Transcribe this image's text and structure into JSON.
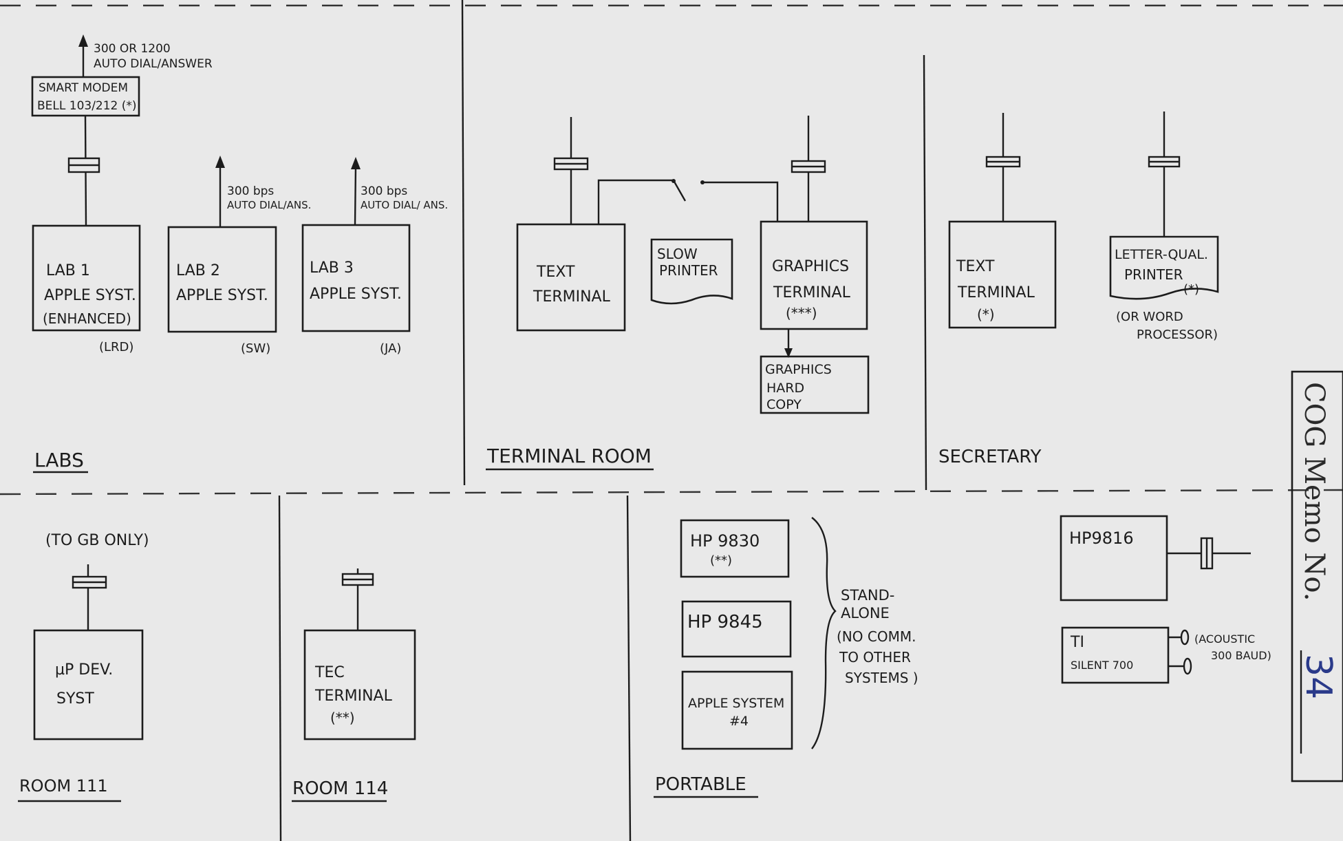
{
  "memo": {
    "label": "COG Memo No.",
    "number": "34"
  },
  "areas": {
    "labs": "LABS",
    "terminal_room": "TERMINAL ROOM",
    "secretary": "SECRETARY",
    "room_111": "ROOM 111",
    "room_114": "ROOM 114",
    "portable": "PORTABLE"
  },
  "modem": {
    "line1": "SMART MODEM",
    "line2": "BELL 103/212 (*)",
    "note1": "300 OR 1200",
    "note2": "AUTO DIAL/ANSWER"
  },
  "lab1": {
    "line1": "LAB 1",
    "line2": "APPLE SYST.",
    "line3": "(ENHANCED)",
    "owner": "(LRD)"
  },
  "lab2": {
    "line1": "LAB 2",
    "line2": "APPLE SYST.",
    "owner": "(SW)",
    "note1": "300 bps",
    "note2": "AUTO DIAL/ANS."
  },
  "lab3": {
    "line1": "LAB 3",
    "line2": "APPLE SYST.",
    "owner": "(JA)",
    "note1": "300 bps",
    "note2": "AUTO DIAL/ ANS."
  },
  "terminal_room": {
    "text_terminal": {
      "line1": "TEXT",
      "line2": "TERMINAL"
    },
    "slow_printer": {
      "line1": "SLOW",
      "line2": "PRINTER"
    },
    "graphics_terminal": {
      "line1": "GRAPHICS",
      "line2": "TERMINAL",
      "line3": "(***)"
    },
    "graphics_hardcopy": {
      "line1": "GRAPHICS",
      "line2": "HARD",
      "line3": "COPY"
    }
  },
  "secretary": {
    "text_terminal": {
      "line1": "TEXT",
      "line2": "TERMINAL",
      "line3": "(*)"
    },
    "letter_printer": {
      "line1": "LETTER-QUAL.",
      "line2": "PRINTER",
      "line3": "(*)"
    },
    "note1": "(OR WORD",
    "note2": "PROCESSOR)"
  },
  "room111": {
    "note": "(TO GB ONLY)",
    "system": {
      "line1": "µP DEV.",
      "line2": "SYST"
    }
  },
  "room114": {
    "terminal": {
      "line1": "TEC",
      "line2": "TERMINAL",
      "line3": "(**)"
    }
  },
  "portable": {
    "hp9830": {
      "line1": "HP 9830",
      "line2": "(**)"
    },
    "hp9845": {
      "line1": "HP 9845"
    },
    "apple4": {
      "line1": "APPLE SYSTEM",
      "line2": "#4"
    },
    "standalone": {
      "line1": "STAND-",
      "line2": "ALONE",
      "line3": "(NO COMM.",
      "line4": "TO OTHER",
      "line5": "SYSTEMS )"
    },
    "hp9816": {
      "line1": "HP9816"
    },
    "ti": {
      "line1": "TI",
      "line2": "SILENT 700",
      "note1": "(ACOUSTIC",
      "note2": "300 BAUD)"
    }
  }
}
